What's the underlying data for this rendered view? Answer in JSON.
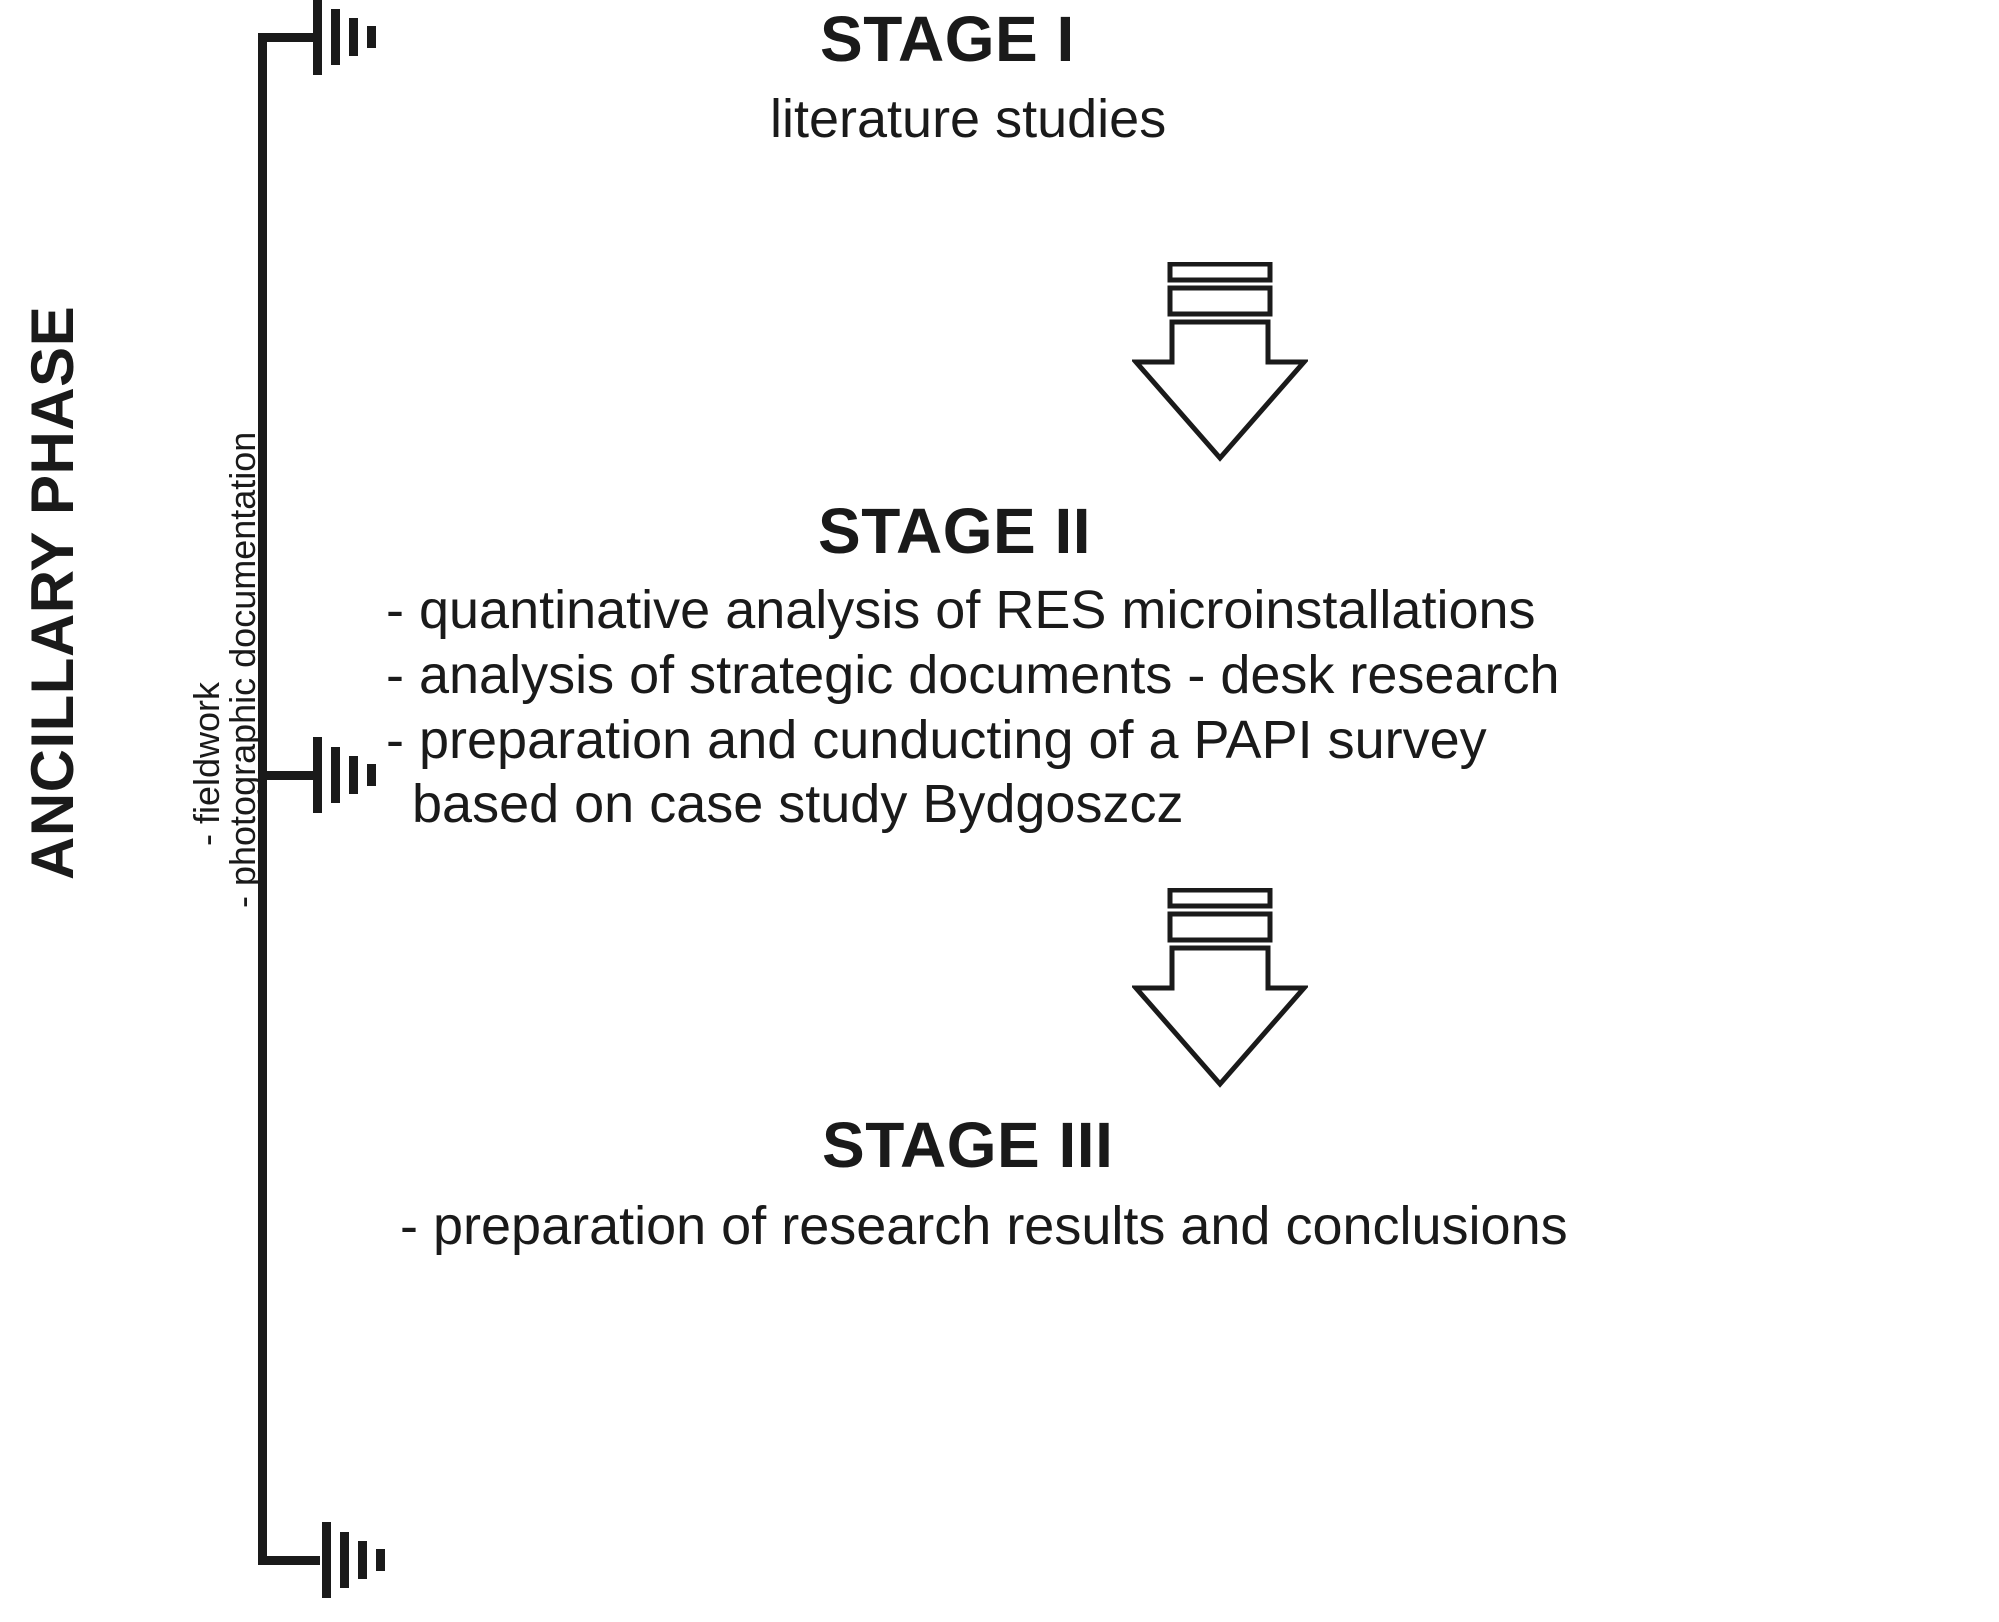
{
  "diagram": {
    "title": "Research stages diagram",
    "colors": {
      "ink": "#1a1a1a",
      "background": "#ffffff"
    },
    "ancillary_phase": {
      "label": "ANCILLARY PHASE",
      "items": [
        "- fieldwork",
        "- photographic documentation"
      ]
    },
    "stages": [
      {
        "heading": "STAGE I",
        "subtitle": "literature studies",
        "lines": []
      },
      {
        "heading": "STAGE II",
        "subtitle": "",
        "lines": [
          "- quantinative analysis of RES microinstallations",
          "- analysis of strategic documents - desk research",
          "- preparation and cunducting of a PAPI survey",
          "based on case study Bydgoszcz"
        ]
      },
      {
        "heading": "STAGE III",
        "subtitle": "",
        "lines": [
          "- preparation of research results and conclusions"
        ]
      }
    ],
    "arrows": [
      {
        "name": "arrow-stage-1-to-2",
        "direction": "down"
      },
      {
        "name": "arrow-stage-2-to-3",
        "direction": "down"
      }
    ],
    "connectors": [
      {
        "name": "connector-stage-1",
        "bars": 4
      },
      {
        "name": "connector-stage-2",
        "bars": 4
      },
      {
        "name": "connector-stage-3",
        "bars": 4
      }
    ]
  }
}
